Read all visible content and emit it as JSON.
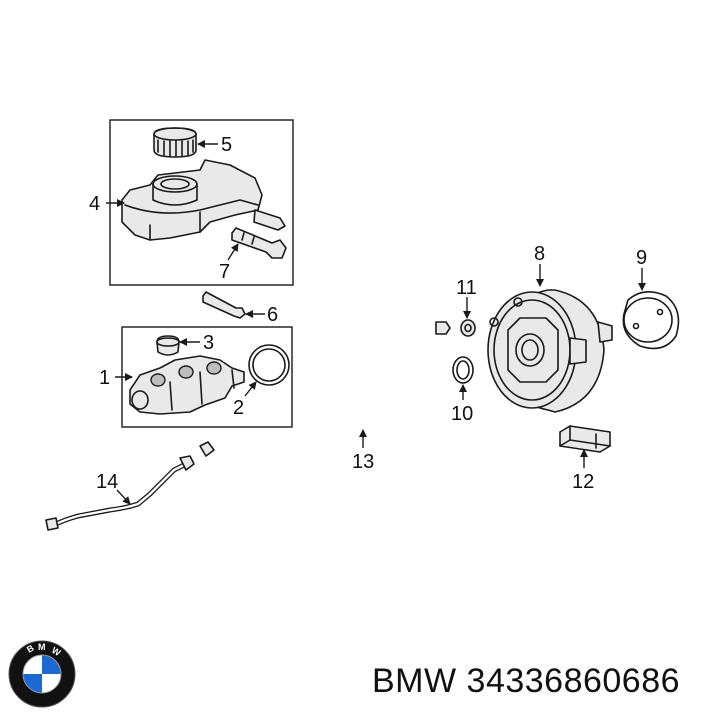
{
  "footer": {
    "brand_part": "BMW 34336860686"
  },
  "logo": {
    "letters": "BMW",
    "blue": "#1c69d4",
    "black": "#111111"
  },
  "callouts": [
    {
      "id": "1",
      "text": "1"
    },
    {
      "id": "2",
      "text": "2"
    },
    {
      "id": "3",
      "text": "3"
    },
    {
      "id": "4",
      "text": "4"
    },
    {
      "id": "5",
      "text": "5"
    },
    {
      "id": "6",
      "text": "6"
    },
    {
      "id": "7",
      "text": "7"
    },
    {
      "id": "8",
      "text": "8"
    },
    {
      "id": "9",
      "text": "9"
    },
    {
      "id": "10",
      "text": "10"
    },
    {
      "id": "11",
      "text": "11"
    },
    {
      "id": "12",
      "text": "12"
    },
    {
      "id": "13",
      "text": "13"
    },
    {
      "id": "14",
      "text": "14"
    }
  ]
}
